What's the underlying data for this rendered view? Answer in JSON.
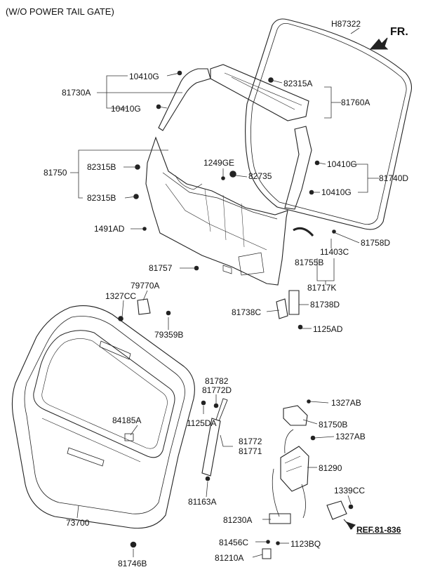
{
  "header": "(W/O POWER TAIL GATE)",
  "direction": "FR.",
  "reference": "REF.81-836",
  "labels": {
    "H87322": "H87322",
    "10410G_a": "10410G",
    "81730A": "81730A",
    "10410G_b": "10410G",
    "82315A": "82315A",
    "81760A": "81760A",
    "1249GE": "1249GE",
    "82315B_a": "82315B",
    "81750": "81750",
    "82735": "82735",
    "10410G_c": "10410G",
    "81740D": "81740D",
    "82315B_b": "82315B",
    "10410G_d": "10410G",
    "1491AD": "1491AD",
    "81758D": "81758D",
    "11403C": "11403C",
    "81757": "81757",
    "81755B": "81755B",
    "81717K": "81717K",
    "79770A": "79770A",
    "1327CC": "1327CC",
    "81738D": "81738D",
    "81738C": "81738C",
    "79359B": "79359B",
    "1125AD": "1125AD",
    "81782": "81782",
    "81772D": "81772D",
    "1327AB_a": "1327AB",
    "84185A": "84185A",
    "1125DA": "1125DA",
    "81750B": "81750B",
    "81772": "81772",
    "1327AB_b": "1327AB",
    "81771": "81771",
    "81290": "81290",
    "81163A": "81163A",
    "1339CC": "1339CC",
    "73700": "73700",
    "81230A": "81230A",
    "81456C": "81456C",
    "1123BQ": "1123BQ",
    "81746B": "81746B",
    "81210A": "81210A"
  }
}
